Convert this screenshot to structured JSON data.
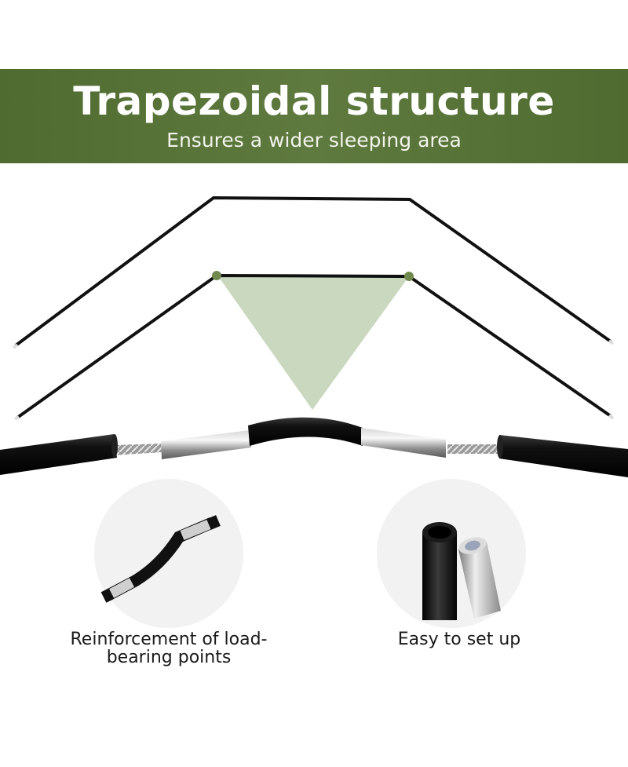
{
  "banner": {
    "title": "Trapezoidal structure",
    "subtitle": "Ensures a wider sleeping area",
    "color": "#5a763a"
  },
  "illustration": {
    "highlight_color": "#cad8c0",
    "joint_color": "#6f8a4c",
    "pole_color": "#111111"
  },
  "features": [
    {
      "caption": "Reinforcement of load-bearing points",
      "icon": "bent-pole-icon"
    },
    {
      "caption": "Easy to set up",
      "icon": "pole-connector-icon"
    }
  ]
}
